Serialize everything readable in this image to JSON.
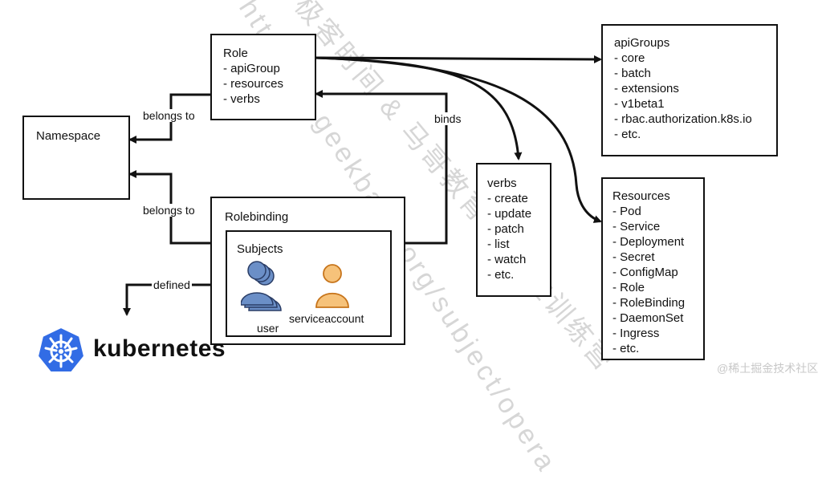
{
  "role": {
    "title": "Role",
    "items": [
      "- apiGroup",
      "- resources",
      "- verbs"
    ]
  },
  "namespace": {
    "title": "Namespace"
  },
  "rolebinding": {
    "title": "Rolebinding",
    "subjects_title": "Subjects"
  },
  "subjects": {
    "user_label": "user",
    "serviceaccount_label": "serviceaccount"
  },
  "api_groups": {
    "title": "apiGroups",
    "items": [
      "- core",
      "- batch",
      "- extensions",
      "- v1beta1",
      "- rbac.authorization.k8s.io",
      "- etc."
    ]
  },
  "verbs": {
    "title": "verbs",
    "items": [
      "- create",
      "- update",
      "- patch",
      "- list",
      "- watch",
      "- etc."
    ]
  },
  "resources": {
    "title": "Resources",
    "items": [
      "- Pod",
      "- Service",
      "- Deployment",
      "- Secret",
      "- ConfigMap",
      "- Role",
      "- RoleBinding",
      "- DaemonSet",
      "- Ingress",
      "- etc."
    ]
  },
  "edges": {
    "role_namespace": "belongs to",
    "rolebinding_namespace": "belongs to",
    "binds": "binds",
    "defined": "defined"
  },
  "logo": {
    "text": "kubernetes",
    "color": "#326ce5"
  },
  "colors": {
    "user_icon": "#6b8fc7",
    "serviceaccount_icon": "#e8972e"
  },
  "watermark": {
    "line1": "https://u.geekbang.org/subject/opera",
    "line2": "极客时间 & 马哥教育 云原生训练营",
    "corner": "@稀土掘金技术社区"
  }
}
